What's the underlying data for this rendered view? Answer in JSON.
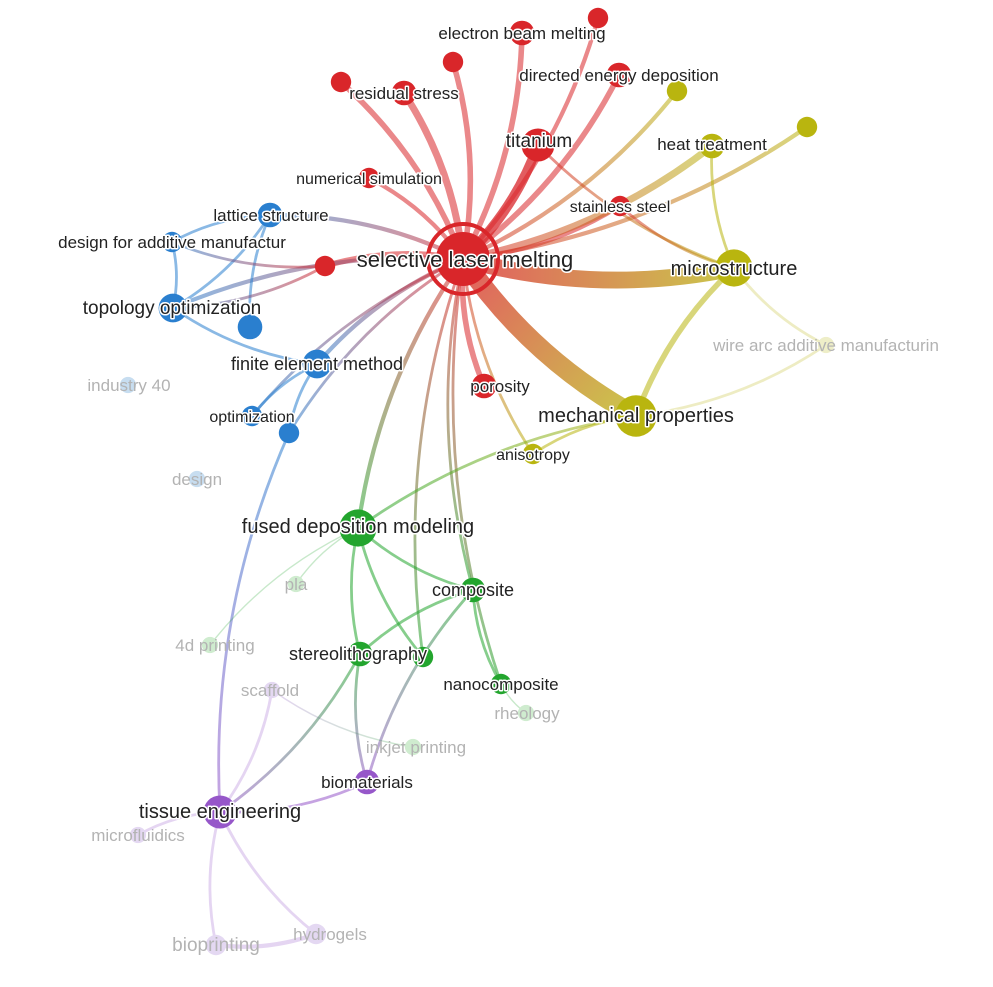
{
  "map": {
    "cluster_colors": {
      "red": "#d9262a",
      "yellow": "#b9b50f",
      "blue": "#2a7fcf",
      "green": "#23a52e",
      "purple": "#9657c9",
      "faded_red": "#f5c6c6",
      "faded_yellow": "#eeeec8",
      "faded_blue": "#c7ddf0",
      "faded_green": "#cfeccf",
      "faded_purple": "#e4d8f2"
    },
    "nodes": [
      {
        "id": "slm",
        "label": "selective laser melting",
        "cluster": "red",
        "weight": 10,
        "highlight": true
      },
      {
        "id": "ebm",
        "label": "electron beam melting",
        "cluster": "red",
        "weight": 3
      },
      {
        "id": "ded",
        "label": "directed energy deposition",
        "cluster": "red",
        "weight": 3
      },
      {
        "id": "resid",
        "label": "residual stress",
        "cluster": "red",
        "weight": 3
      },
      {
        "id": "titan",
        "label": "titanium",
        "cluster": "red",
        "weight": 5
      },
      {
        "id": "numsim",
        "label": "numerical simulation",
        "cluster": "red",
        "weight": 2
      },
      {
        "id": "ssteel",
        "label": "stainless steel",
        "cluster": "red",
        "weight": 2
      },
      {
        "id": "poros",
        "label": "porosity",
        "cluster": "red",
        "weight": 3
      },
      {
        "id": "r1",
        "label": "",
        "cluster": "red",
        "weight": 2
      },
      {
        "id": "r2",
        "label": "",
        "cluster": "red",
        "weight": 2
      },
      {
        "id": "r3",
        "label": "",
        "cluster": "red",
        "weight": 2
      },
      {
        "id": "r4",
        "label": "",
        "cluster": "red",
        "weight": 2
      },
      {
        "id": "micro",
        "label": "microstructure",
        "cluster": "yellow",
        "weight": 6
      },
      {
        "id": "mech",
        "label": "mechanical properties",
        "cluster": "yellow",
        "weight": 7
      },
      {
        "id": "heat",
        "label": "heat treatment",
        "cluster": "yellow",
        "weight": 3
      },
      {
        "id": "aniso",
        "label": "anisotropy",
        "cluster": "yellow",
        "weight": 2
      },
      {
        "id": "y1",
        "label": "",
        "cluster": "yellow",
        "weight": 2
      },
      {
        "id": "y2",
        "label": "",
        "cluster": "yellow",
        "weight": 2
      },
      {
        "id": "waam",
        "label": "wire arc additive manufacturin",
        "cluster": "yellow",
        "weight": 1,
        "faded": true
      },
      {
        "id": "lattice",
        "label": "lattice structure",
        "cluster": "blue",
        "weight": 3
      },
      {
        "id": "dfam",
        "label": "design for additive manufactur",
        "cluster": "blue",
        "weight": 2
      },
      {
        "id": "topo",
        "label": "topology optimization",
        "cluster": "blue",
        "weight": 4
      },
      {
        "id": "fem",
        "label": "finite element method",
        "cluster": "blue",
        "weight": 4
      },
      {
        "id": "opt",
        "label": "optimization",
        "cluster": "blue",
        "weight": 2
      },
      {
        "id": "b1",
        "label": "",
        "cluster": "blue",
        "weight": 3
      },
      {
        "id": "b2",
        "label": "",
        "cluster": "blue",
        "weight": 2
      },
      {
        "id": "ind40",
        "label": "industry 40",
        "cluster": "blue",
        "weight": 1,
        "faded": true
      },
      {
        "id": "design",
        "label": "design",
        "cluster": "blue",
        "weight": 1,
        "faded": true
      },
      {
        "id": "fdm",
        "label": "fused deposition modeling",
        "cluster": "green",
        "weight": 6
      },
      {
        "id": "comp",
        "label": "composite",
        "cluster": "green",
        "weight": 3
      },
      {
        "id": "stereo",
        "label": "stereolithography",
        "cluster": "green",
        "weight": 3
      },
      {
        "id": "g1",
        "label": "",
        "cluster": "green",
        "weight": 2
      },
      {
        "id": "nano",
        "label": "nanocomposite",
        "cluster": "green",
        "weight": 2
      },
      {
        "id": "pla",
        "label": "pla",
        "cluster": "green",
        "weight": 1,
        "faded": true
      },
      {
        "id": "print4d",
        "label": "4d printing",
        "cluster": "green",
        "weight": 1,
        "faded": true
      },
      {
        "id": "rheo",
        "label": "rheology",
        "cluster": "green",
        "weight": 1,
        "faded": true
      },
      {
        "id": "inkjet",
        "label": "inkjet printing",
        "cluster": "green",
        "weight": 1,
        "faded": true
      },
      {
        "id": "tissue",
        "label": "tissue engineering",
        "cluster": "purple",
        "weight": 5
      },
      {
        "id": "biomat",
        "label": "biomaterials",
        "cluster": "purple",
        "weight": 3
      },
      {
        "id": "scaffold",
        "label": "scaffold",
        "cluster": "purple",
        "weight": 1,
        "faded": true
      },
      {
        "id": "microfl",
        "label": "microfluidics",
        "cluster": "purple",
        "weight": 1,
        "faded": true
      },
      {
        "id": "bioprint",
        "label": "bioprinting",
        "cluster": "purple",
        "weight": 2,
        "faded": true
      },
      {
        "id": "hydrogels",
        "label": "hydrogels",
        "cluster": "purple",
        "weight": 2,
        "faded": true
      }
    ],
    "links": [
      {
        "source": "slm",
        "target": "ebm",
        "strength": 4
      },
      {
        "source": "slm",
        "target": "ded",
        "strength": 4
      },
      {
        "source": "slm",
        "target": "resid",
        "strength": 5
      },
      {
        "source": "slm",
        "target": "titan",
        "strength": 7
      },
      {
        "source": "slm",
        "target": "numsim",
        "strength": 3
      },
      {
        "source": "slm",
        "target": "ssteel",
        "strength": 3
      },
      {
        "source": "slm",
        "target": "poros",
        "strength": 4
      },
      {
        "source": "slm",
        "target": "r1",
        "strength": 4
      },
      {
        "source": "slm",
        "target": "r2",
        "strength": 4
      },
      {
        "source": "slm",
        "target": "r3",
        "strength": 4
      },
      {
        "source": "slm",
        "target": "r4",
        "strength": 3
      },
      {
        "source": "slm",
        "target": "micro",
        "strength": 12
      },
      {
        "source": "slm",
        "target": "mech",
        "strength": 14
      },
      {
        "source": "slm",
        "target": "heat",
        "strength": 5
      },
      {
        "source": "slm",
        "target": "y1",
        "strength": 3
      },
      {
        "source": "slm",
        "target": "y2",
        "strength": 3
      },
      {
        "source": "slm",
        "target": "aniso",
        "strength": 2
      },
      {
        "source": "slm",
        "target": "lattice",
        "strength": 3
      },
      {
        "source": "slm",
        "target": "topo",
        "strength": 3
      },
      {
        "source": "slm",
        "target": "fem",
        "strength": 3
      },
      {
        "source": "slm",
        "target": "opt",
        "strength": 2
      },
      {
        "source": "slm",
        "target": "b2",
        "strength": 2
      },
      {
        "source": "slm",
        "target": "fdm",
        "strength": 3
      },
      {
        "source": "slm",
        "target": "comp",
        "strength": 2
      },
      {
        "source": "slm",
        "target": "nano",
        "strength": 2
      },
      {
        "source": "slm",
        "target": "g1",
        "strength": 2
      },
      {
        "source": "titan",
        "target": "micro",
        "strength": 2
      },
      {
        "source": "ssteel",
        "target": "micro",
        "strength": 2
      },
      {
        "source": "heat",
        "target": "micro",
        "strength": 2
      },
      {
        "source": "micro",
        "target": "mech",
        "strength": 4
      },
      {
        "source": "micro",
        "target": "waam",
        "strength": 2
      },
      {
        "source": "mech",
        "target": "waam",
        "strength": 2
      },
      {
        "source": "mech",
        "target": "aniso",
        "strength": 2
      },
      {
        "source": "mech",
        "target": "fdm",
        "strength": 2
      },
      {
        "source": "topo",
        "target": "lattice",
        "strength": 2
      },
      {
        "source": "topo",
        "target": "dfam",
        "strength": 2
      },
      {
        "source": "lattice",
        "target": "dfam",
        "strength": 2
      },
      {
        "source": "topo",
        "target": "fem",
        "strength": 2
      },
      {
        "source": "lattice",
        "target": "b1",
        "strength": 2
      },
      {
        "source": "topo",
        "target": "r1",
        "strength": 2
      },
      {
        "source": "dfam",
        "target": "r1",
        "strength": 2
      },
      {
        "source": "fem",
        "target": "opt",
        "strength": 2
      },
      {
        "source": "fem",
        "target": "b2",
        "strength": 2
      },
      {
        "source": "b2",
        "target": "tissue",
        "strength": 2
      },
      {
        "source": "fdm",
        "target": "comp",
        "strength": 2
      },
      {
        "source": "fdm",
        "target": "stereo",
        "strength": 2
      },
      {
        "source": "fdm",
        "target": "g1",
        "strength": 2
      },
      {
        "source": "comp",
        "target": "nano",
        "strength": 2
      },
      {
        "source": "comp",
        "target": "stereo",
        "strength": 2
      },
      {
        "source": "comp",
        "target": "biomat",
        "strength": 2
      },
      {
        "source": "stereo",
        "target": "biomat",
        "strength": 2
      },
      {
        "source": "tissue",
        "target": "biomat",
        "strength": 2
      },
      {
        "source": "tissue",
        "target": "scaffold",
        "strength": 2
      },
      {
        "source": "tissue",
        "target": "bioprint",
        "strength": 2
      },
      {
        "source": "tissue",
        "target": "hydrogels",
        "strength": 2
      },
      {
        "source": "tissue",
        "target": "microfl",
        "strength": 2
      },
      {
        "source": "bioprint",
        "target": "hydrogels",
        "strength": 3
      },
      {
        "source": "tissue",
        "target": "stereo",
        "strength": 2
      },
      {
        "source": "scaffold",
        "target": "inkjet",
        "strength": 1
      },
      {
        "source": "fdm",
        "target": "pla",
        "strength": 1
      },
      {
        "source": "fdm",
        "target": "print4d",
        "strength": 1
      },
      {
        "source": "nano",
        "target": "rheo",
        "strength": 1
      }
    ]
  }
}
